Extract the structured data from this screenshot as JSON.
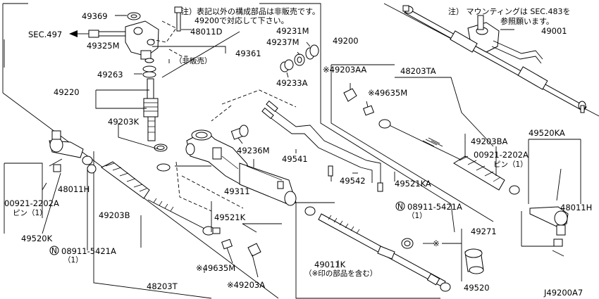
{
  "notes": {
    "not_sold_line1": "注）表記以外の構成部品は非販売です。",
    "not_sold_line2": "49200で対応して下さい。",
    "mounting_line1": "注） マウンティングは SEC.483を",
    "mounting_line2": "参照願います。",
    "not_sold_paren": "（非販売）",
    "star_included": "（※印の部品を含む）",
    "star_mark": "※"
  },
  "ref": {
    "sec497": "SEC.497",
    "diagram_id": "J49200A7"
  },
  "parts": {
    "p49369": "49369",
    "p48011d": "48011D",
    "p49325m": "49325M",
    "p49361": "49361",
    "p49263": "49263",
    "p49220": "49220",
    "p49203k": "49203K",
    "p49231m": "49231M",
    "p49237m": "49237M",
    "p49233a": "49233A",
    "p49200": "49200",
    "p49001": "49001",
    "p48203ta": "48203TA",
    "p49203aa": "※49203AA",
    "p49635m_right": "※49635M",
    "p49203ba": "49203BA",
    "p49520ka": "49520KA",
    "p00921_right": "00921-2202A",
    "pin_right": "ピン（1）",
    "p48011h_right": "48011H",
    "p49236m": "49236M",
    "p49541": "49541",
    "p49542": "49542",
    "p49521ka": "49521KA",
    "p08911_right": "08911-5421A",
    "qty_right": "（1）",
    "p49311": "49311",
    "p49271": "49271",
    "p49011k": "49011K",
    "p49520": "49520",
    "p48011h_left": "48011H",
    "p00921_left": "00921-2202A",
    "pin_left": "ピン（1）",
    "p49520k": "49520K",
    "p49203b": "49203B",
    "p49521k": "49521K",
    "p08911_left": "08911-5421A",
    "qty_left": "（1）",
    "p49635m_left": "※49635M",
    "p49203a": "※49203A",
    "p48203t": "48203T",
    "n_symbol": "N"
  }
}
